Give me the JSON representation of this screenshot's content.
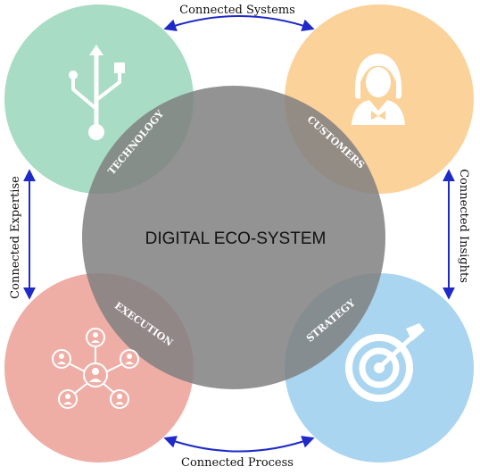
{
  "center": {
    "title": "DIGITAL ECO-SYSTEM"
  },
  "nodes": [
    {
      "label": "TECHNOLOGY",
      "icon": "usb-icon",
      "color": "#a8dcc4"
    },
    {
      "label": "CUSTOMERS",
      "icon": "woman-avatar-icon",
      "color": "#fbd29a"
    },
    {
      "label": "EXECUTION",
      "icon": "network-people-icon",
      "color": "#eeaea6"
    },
    {
      "label": "STRATEGY",
      "icon": "target-arrow-icon",
      "color": "#a9d5f0"
    }
  ],
  "connections": {
    "top": "Connected Systems",
    "right": "Connected Insights",
    "bottom": "Connected Process",
    "left": "Connected Expertise"
  },
  "colors": {
    "center": "#8a8a8a",
    "arrow": "#1f2ac8",
    "icon": "#ffffff",
    "text": "#111111"
  }
}
